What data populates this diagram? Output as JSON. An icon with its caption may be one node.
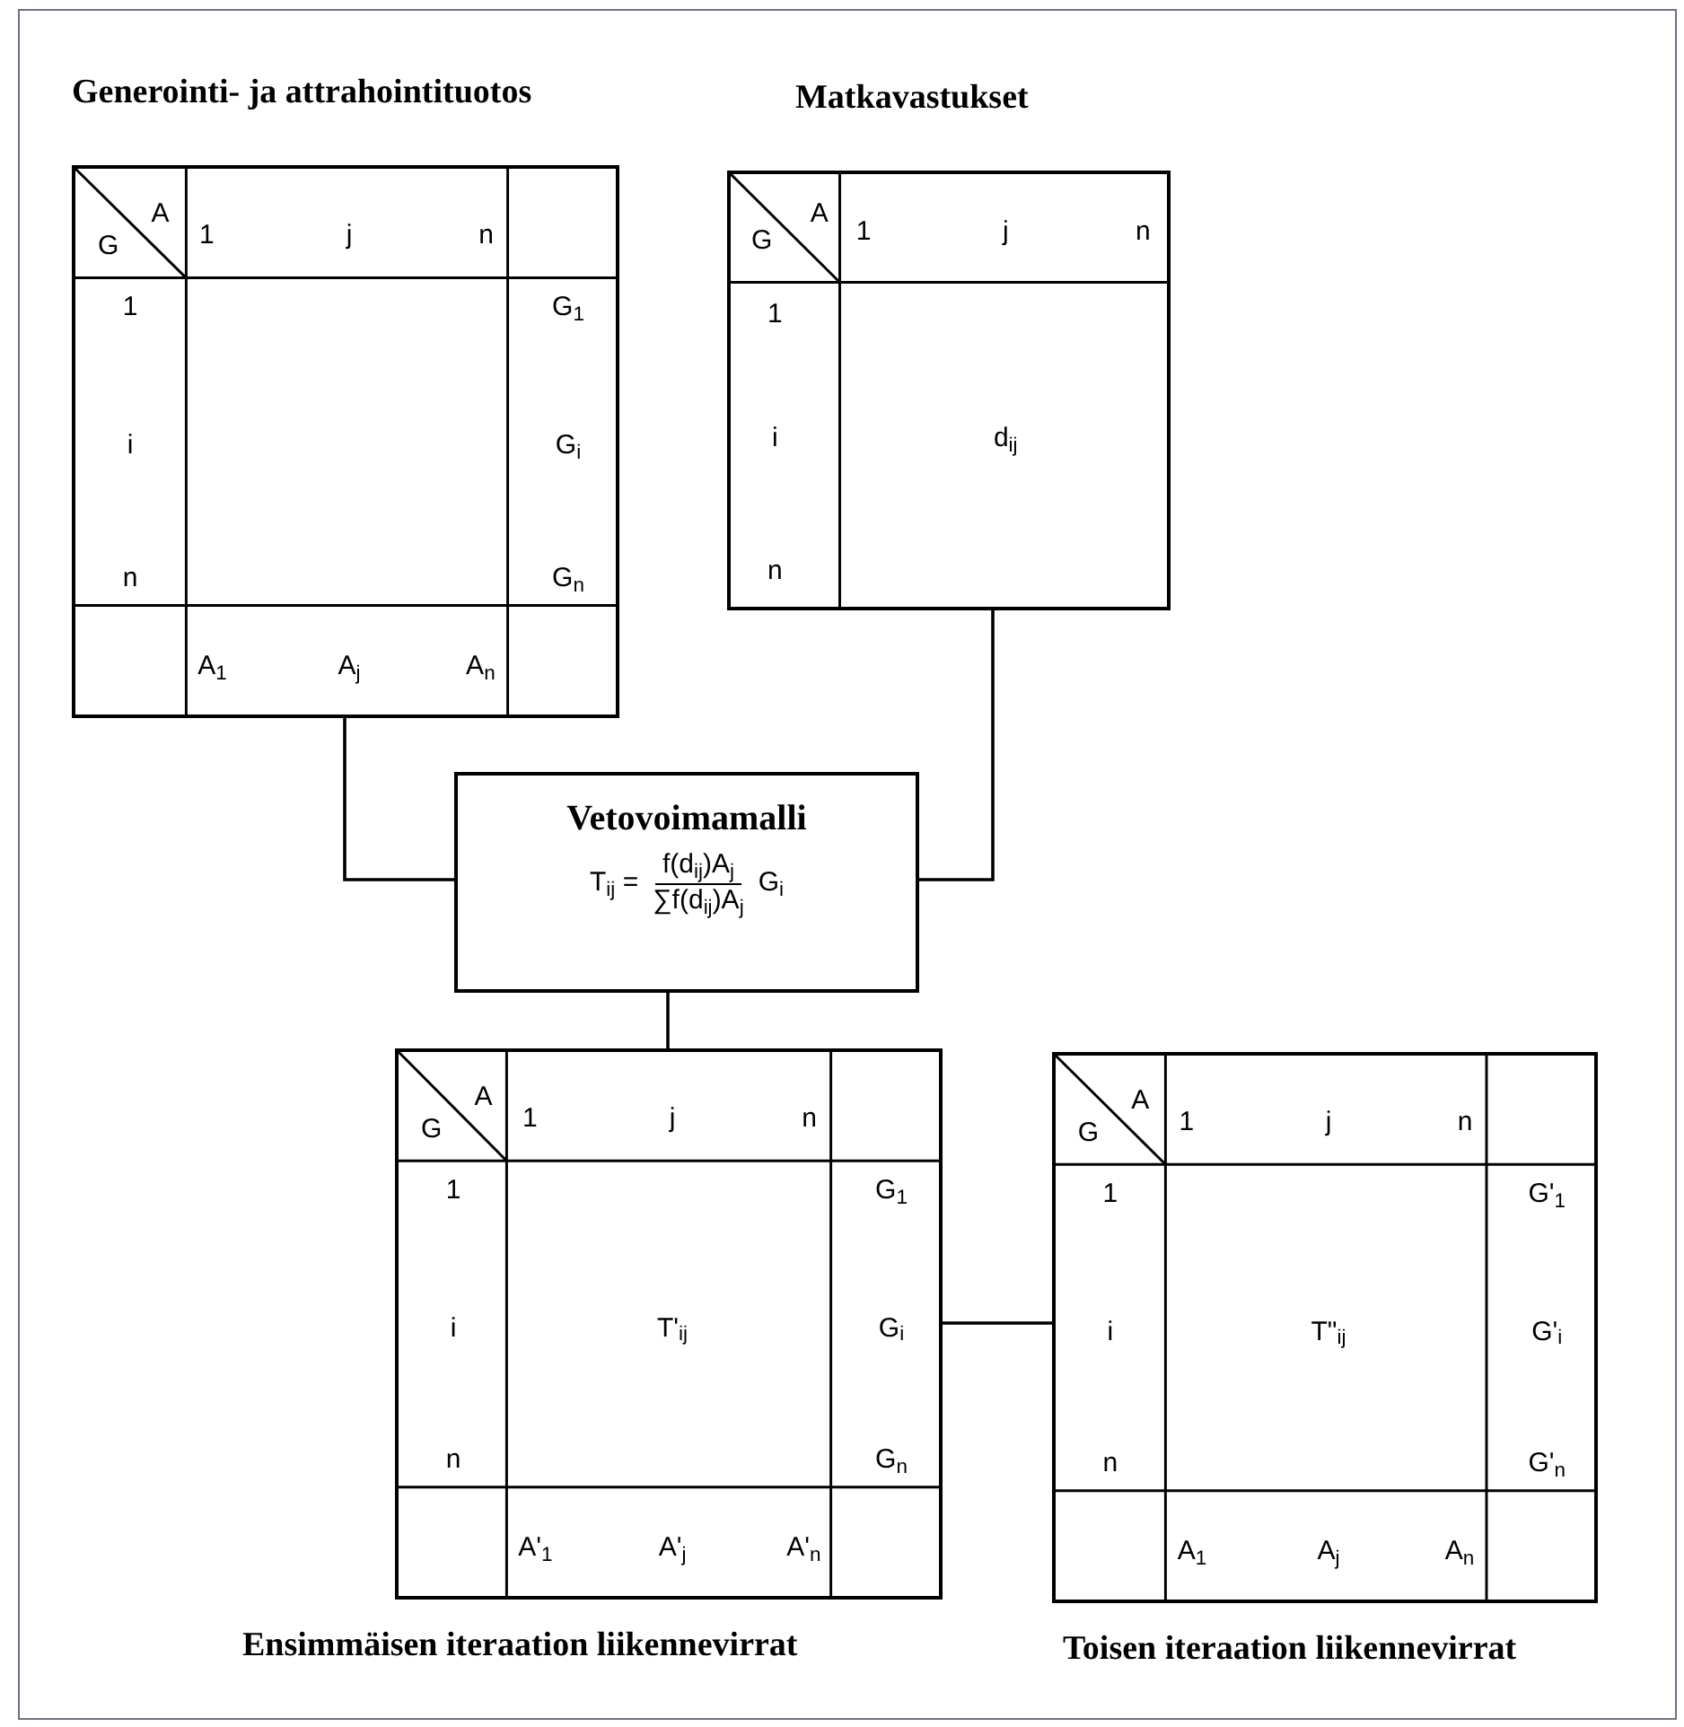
{
  "diagram": {
    "nodes": [
      {
        "text": [
          "Generointi- ja attrahointituotos",
          "A",
          "G",
          "1",
          "j",
          "n",
          "1",
          "G$_{1}$",
          "i",
          "G$_{i}$",
          "n",
          "G$_{n}$",
          "A$_{1}$",
          "A$_{j}$",
          "A$_{n}$"
        ]
      },
      {
        "text": [
          "Matkavastukset",
          "A",
          "G",
          "1",
          "j",
          "n",
          "1",
          "i",
          "d$_{ij}$",
          "n"
        ]
      },
      {
        "text": [
          "Vetovoimamalli",
          "T$_{ij}$ =",
          "f(d$_{ij}$)A$_{j}$",
          "∑f(d$_{ij}$)A$_{j}$",
          "G$_{i}$"
        ]
      },
      {
        "text": [
          "Ensimmäisen iteraation liikennevirrat",
          "A",
          "G",
          "1",
          "j",
          "n",
          "1",
          "G$_{1}$",
          "i",
          "T'$_{ij}$",
          "G$_{i}$",
          "n",
          "G$_{n}$",
          "A'$_{1}$",
          "A'$_{j}$",
          "A'$_{n}$"
        ]
      },
      {
        "text": [
          "Toisen iteraation liikennevirrat",
          "A",
          "G",
          "1",
          "j",
          "n",
          "1",
          "G'$_{1}$",
          "i",
          "T\"$_{ij}$",
          "G'$_{i}$",
          "n",
          "G'$_{n}$",
          "A$_{1}$",
          "A$_{j}$",
          "A$_{n}$"
        ]
      }
    ],
    "edges": [
      {
        "from": 0,
        "to": 2,
        "arrow": "none"
      },
      {
        "from": 1,
        "to": 2,
        "arrow": "none"
      },
      {
        "from": 2,
        "to": 3,
        "arrow": "none"
      },
      {
        "from": 3,
        "to": 4,
        "arrow": "none"
      }
    ]
  }
}
